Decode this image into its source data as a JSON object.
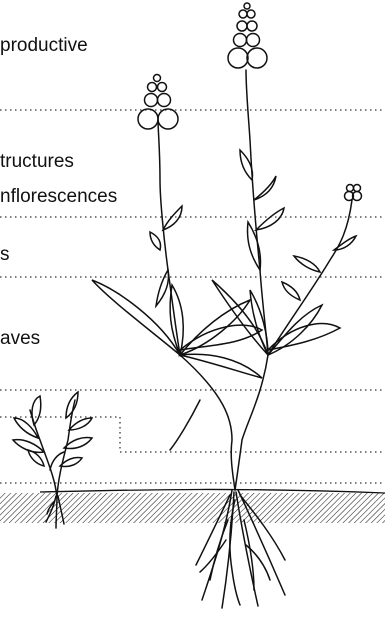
{
  "labels": {
    "reproductive": "productive",
    "structures_line1": "tructures",
    "structures_line2": "nflorescences",
    "stems": "s",
    "leaves": "aves"
  }
}
